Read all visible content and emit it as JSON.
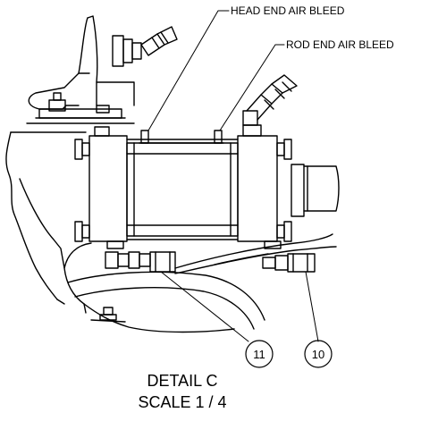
{
  "callouts": {
    "head_end": "HEAD END AIR BLEED",
    "rod_end": "ROD END AIR BLEED"
  },
  "balloons": [
    {
      "number": "11"
    },
    {
      "number": "10"
    }
  ],
  "detail": {
    "title": "DETAIL  C",
    "scale": "SCALE 1 / 4"
  }
}
